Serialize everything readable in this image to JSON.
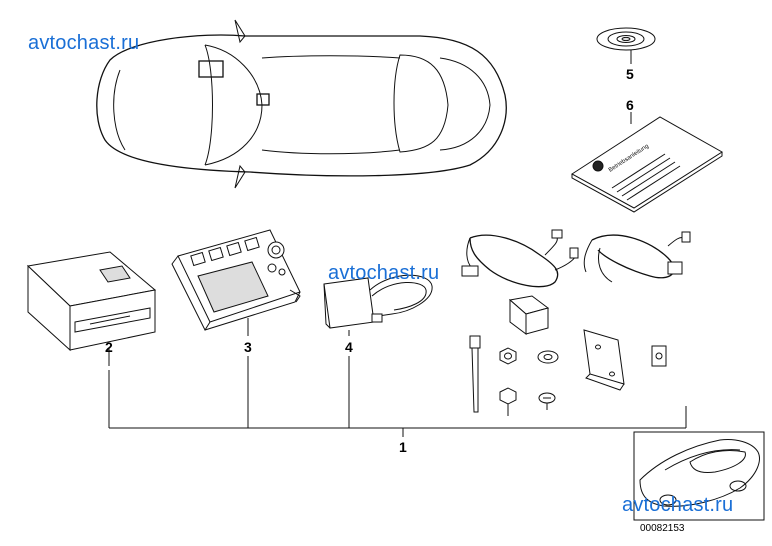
{
  "watermarks": [
    "avtochast.ru",
    "avtochast.ru",
    "avtochast.ru"
  ],
  "callouts": {
    "part1": "1",
    "part2": "2",
    "part3": "3",
    "part4": "4",
    "part5": "5",
    "part6": "6"
  },
  "manual_cover_text": "Betriebsanleitung",
  "document_id": "00082153"
}
